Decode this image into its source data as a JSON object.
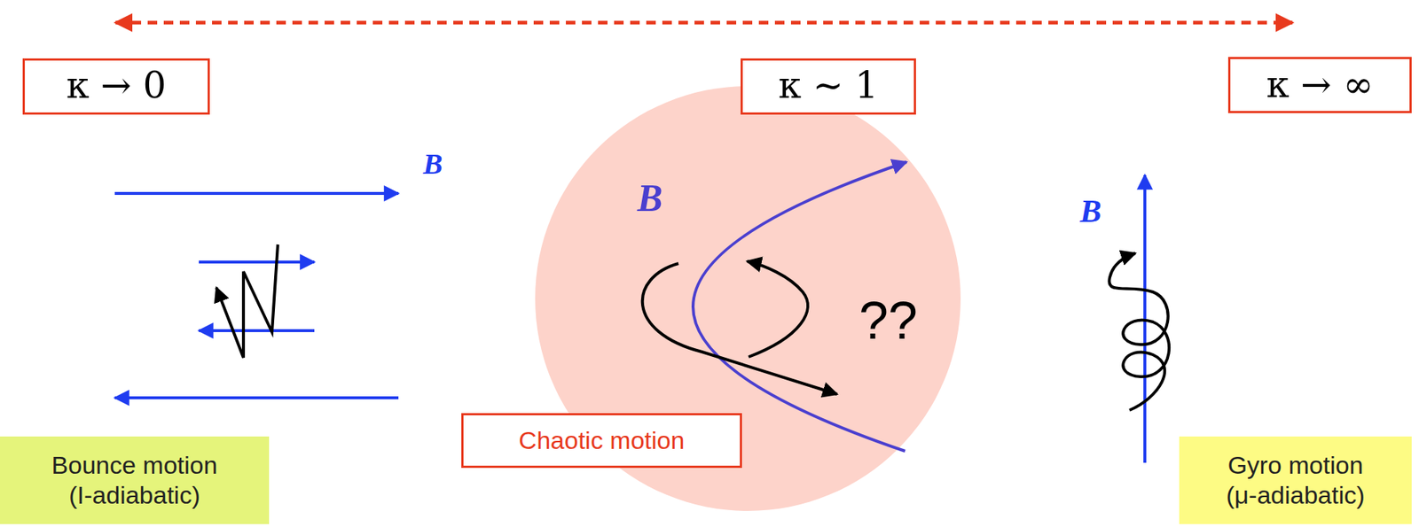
{
  "diagram": {
    "nodes": [
      {
        "text": [
          "κ → 0"
        ]
      },
      {
        "text": [
          "κ ∼ 1"
        ]
      },
      {
        "text": [
          "κ → ∞"
        ]
      },
      {
        "text": [
          "Bounce motion (I-adiabatic)"
        ]
      },
      {
        "text": [
          "Chaotic motion"
        ]
      },
      {
        "text": [
          "Gyro motion (μ-adiabatic)"
        ]
      }
    ],
    "labels": [
      "B",
      "B",
      "B",
      "??"
    ]
  }
}
